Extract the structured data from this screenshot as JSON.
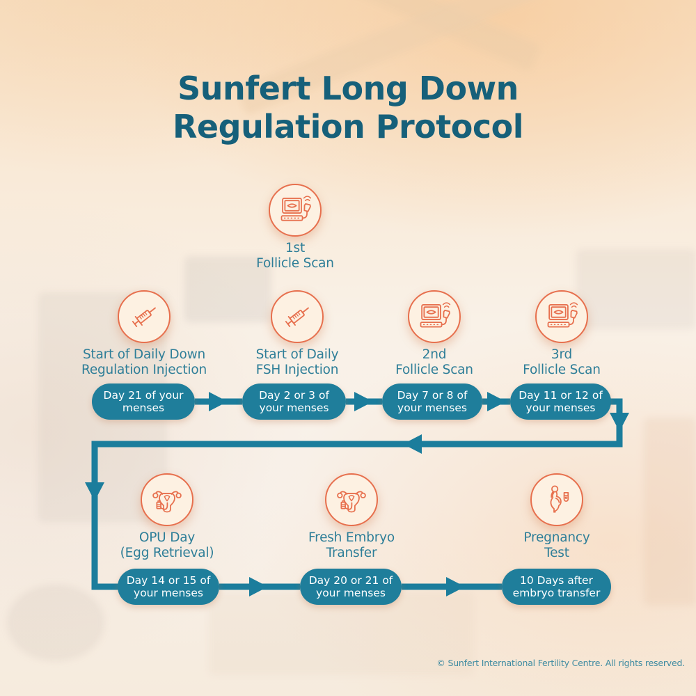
{
  "title": {
    "line1": "Sunfert Long Down",
    "line2": "Regulation Protocol"
  },
  "footer": {
    "text": "© Sunfert International Fertility Centre. All rights reserved."
  },
  "colors": {
    "title_teal": "#16607a",
    "label_teal": "#2e7e98",
    "pill_teal": "#1f7e9b",
    "connector_teal": "#1b7d9c",
    "icon_coral": "#e7704e",
    "icon_circle_fill": "#fdf1e2",
    "background_peach": "#f7e0c4"
  },
  "steps": [
    {
      "id": "first-follicle-scan",
      "icon": "ultrasound-scanner-icon",
      "label_line1": "1st",
      "label_line2": "Follicle Scan"
    },
    {
      "id": "start-down-regulation-injection",
      "icon": "syringe-icon",
      "label_line1": "Start of Daily Down",
      "label_line2": "Regulation Injection",
      "pill_line1": "Day 21 of your",
      "pill_line2": "menses"
    },
    {
      "id": "start-fsh-injection",
      "icon": "syringe-icon",
      "label_line1": "Start of Daily",
      "label_line2": "FSH Injection",
      "pill_line1": "Day 2 or 3 of",
      "pill_line2": "your menses"
    },
    {
      "id": "second-follicle-scan",
      "icon": "ultrasound-scanner-icon",
      "label_line1": "2nd",
      "label_line2": "Follicle Scan",
      "pill_line1": "Day 7 or 8 of",
      "pill_line2": "your menses"
    },
    {
      "id": "third-follicle-scan",
      "icon": "ultrasound-scanner-icon",
      "label_line1": "3rd",
      "label_line2": "Follicle Scan",
      "pill_line1": "Day 11 or 12 of",
      "pill_line2": "your menses"
    },
    {
      "id": "opu-day",
      "icon": "uterus-egg-retrieval-icon",
      "label_line1": "OPU Day",
      "label_line2": "(Egg Retrieval)",
      "pill_line1": "Day 14 or 15 of",
      "pill_line2": "your menses"
    },
    {
      "id": "fresh-embryo-transfer",
      "icon": "uterus-embryo-transfer-icon",
      "label_line1": "Fresh Embryo",
      "label_line2": "Transfer",
      "pill_line1": "Day 20 or 21 of",
      "pill_line2": "your menses"
    },
    {
      "id": "pregnancy-test",
      "icon": "pregnant-woman-test-icon",
      "label_line1": "Pregnancy",
      "label_line2": "Test",
      "pill_line1": "10 Days after",
      "pill_line2": "embryo transfer"
    }
  ]
}
